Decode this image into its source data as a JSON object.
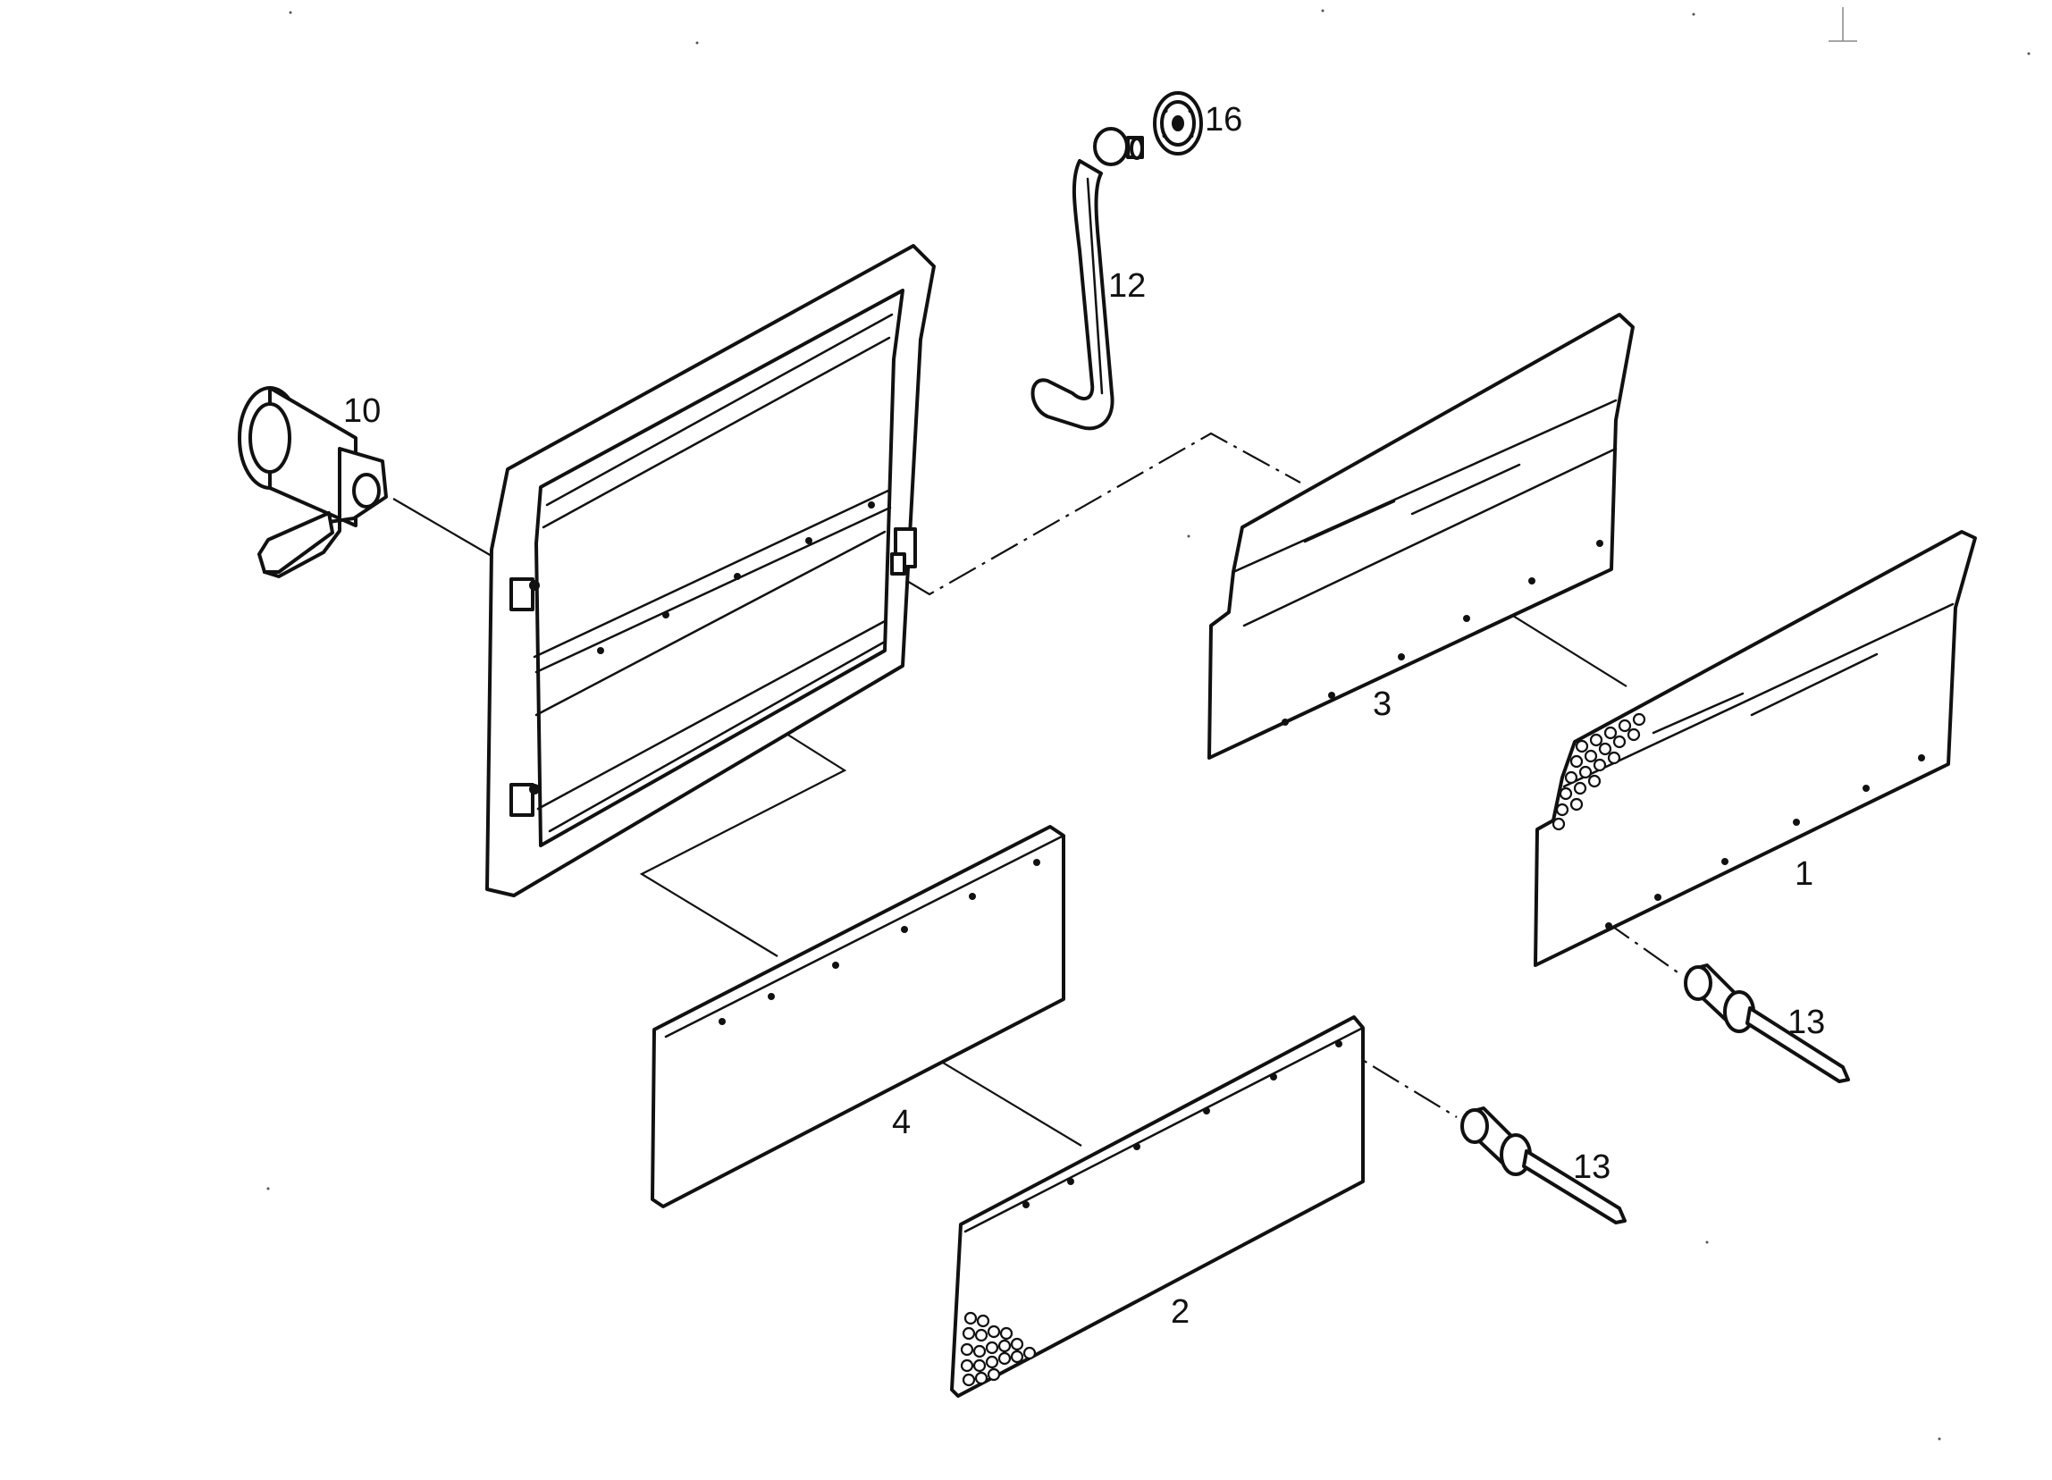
{
  "diagram": {
    "callouts": {
      "p1": "1",
      "p2": "2",
      "p3": "3",
      "p4": "4",
      "p10": "10",
      "p12": "12",
      "p13a": "13",
      "p13b": "13",
      "p16": "16"
    }
  }
}
